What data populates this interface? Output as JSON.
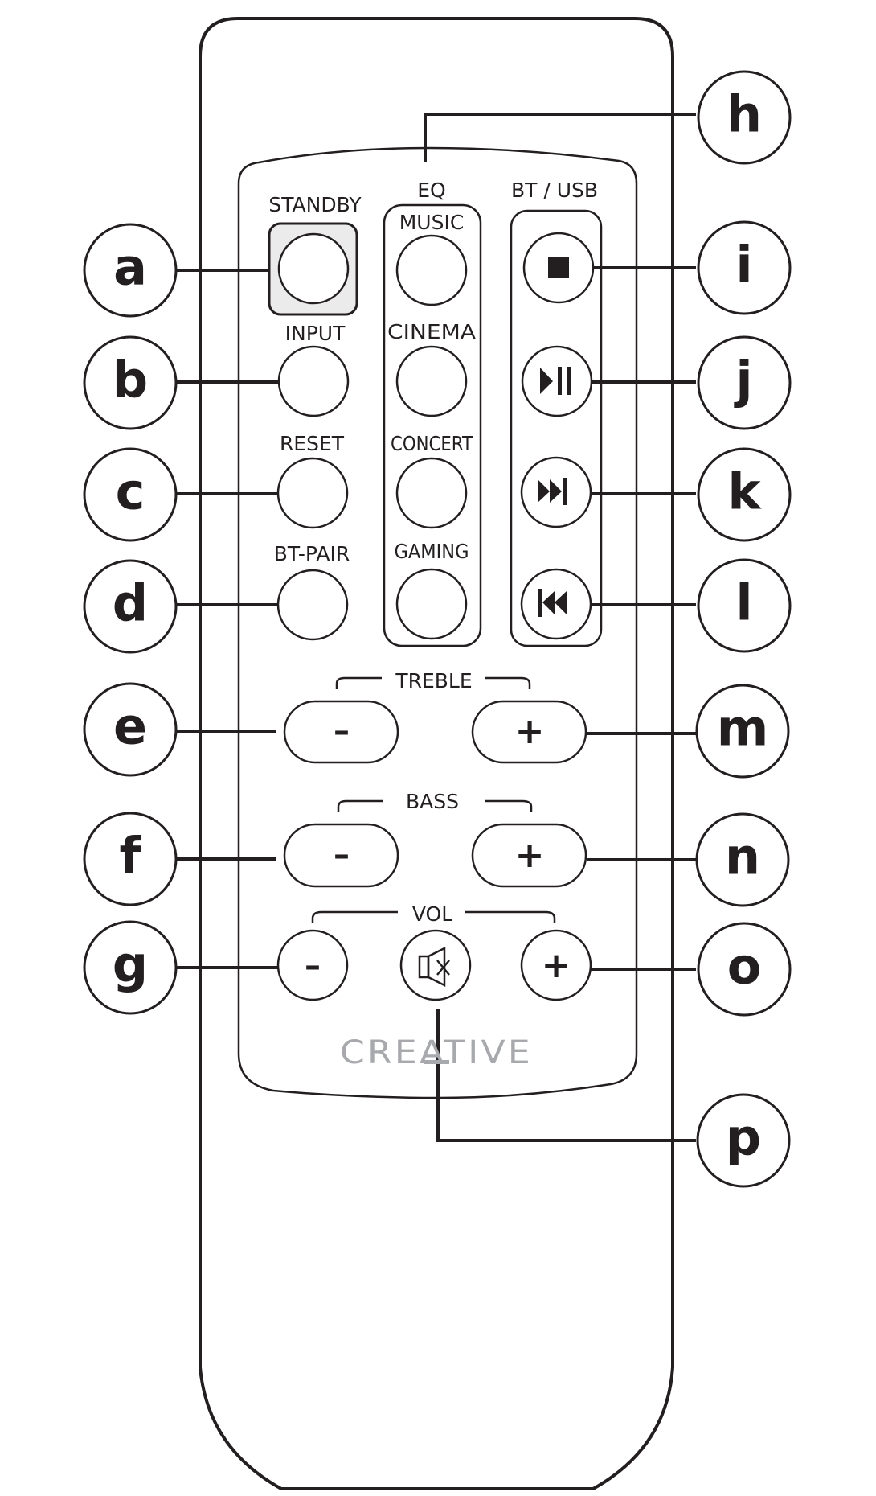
{
  "diagram": {
    "title": "Creative remote control layout",
    "brand_logo": "CREATIVE",
    "colors": {
      "ink": "#231f20",
      "brand_gray": "#a7a9ac",
      "standby_fill": "#ebebec",
      "background": "#ffffff"
    },
    "group_labels": {
      "eq": "EQ",
      "bt_usb": "BT / USB",
      "treble": "TREBLE",
      "bass": "BASS",
      "vol": "VOL"
    },
    "buttons": {
      "standby": {
        "label": "STANDBY",
        "callout": "a"
      },
      "input": {
        "label": "INPUT",
        "callout": "b"
      },
      "reset": {
        "label": "RESET",
        "callout": "c"
      },
      "bt_pair": {
        "label": "BT-PAIR",
        "callout": "d"
      },
      "eq_music": {
        "label": "MUSIC",
        "callout": "h"
      },
      "eq_cinema": {
        "label": "CINEMA",
        "callout": "h"
      },
      "eq_concert": {
        "label": "CONCERT",
        "callout": "h"
      },
      "eq_gaming": {
        "label": "GAMING",
        "callout": "h"
      },
      "stop": {
        "icon": "stop-icon",
        "callout": "i"
      },
      "play_pause": {
        "icon": "play-pause-icon",
        "callout": "j"
      },
      "next": {
        "icon": "next-track-icon",
        "callout": "k"
      },
      "previous": {
        "icon": "previous-track-icon",
        "callout": "l"
      },
      "treble_down": {
        "symbol": "–",
        "callout": "e"
      },
      "treble_up": {
        "symbol": "+",
        "callout": "m"
      },
      "bass_down": {
        "symbol": "–",
        "callout": "f"
      },
      "bass_up": {
        "symbol": "+",
        "callout": "n"
      },
      "vol_down": {
        "symbol": "–",
        "callout": "g"
      },
      "mute": {
        "icon": "mute-speaker-icon",
        "callout": "p"
      },
      "vol_up": {
        "symbol": "+",
        "callout": "o"
      }
    },
    "callouts": {
      "a": "a",
      "b": "b",
      "c": "c",
      "d": "d",
      "e": "e",
      "f": "f",
      "g": "g",
      "h": "h",
      "i": "i",
      "j": "j",
      "k": "k",
      "l": "l",
      "m": "m",
      "n": "n",
      "o": "o",
      "p": "p"
    }
  }
}
